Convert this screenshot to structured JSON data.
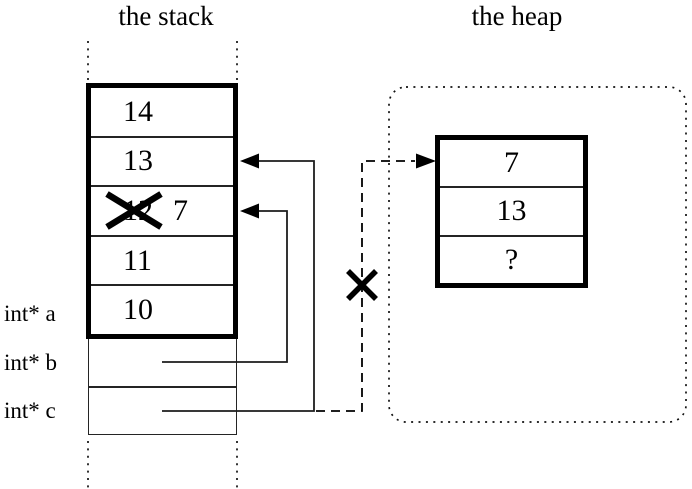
{
  "titles": {
    "stack": "the stack",
    "heap": "the heap"
  },
  "stack": {
    "cells": [
      {
        "value": "14"
      },
      {
        "value": "13"
      },
      {
        "old_value": "12",
        "new_value": "7",
        "crossed_out": true
      },
      {
        "value": "11"
      },
      {
        "value": "10"
      }
    ],
    "pointers": [
      {
        "label": "int* a"
      },
      {
        "label": "int* b"
      },
      {
        "label": "int* c"
      }
    ]
  },
  "heap": {
    "cells": [
      {
        "value": "7"
      },
      {
        "value": "13"
      },
      {
        "value": "?"
      }
    ]
  },
  "colors": {
    "ink": "#000000",
    "background": "#ffffff"
  }
}
